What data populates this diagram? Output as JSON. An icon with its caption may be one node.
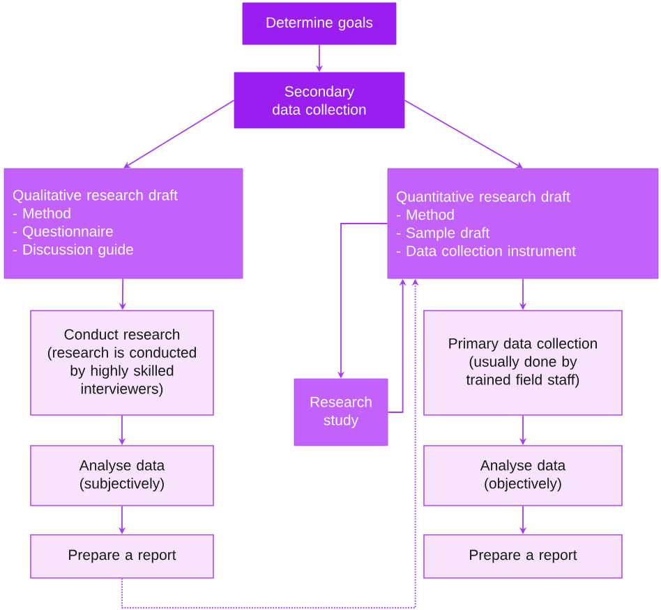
{
  "diagram": {
    "nodes": [
      {
        "text": [
          "Determine goals"
        ]
      },
      {
        "text": [
          "Secondary data collection"
        ]
      },
      {
        "text": [
          "Qualitative research draft",
          "- Method",
          "- Questionnaire",
          "- Discussion guide"
        ]
      },
      {
        "text": [
          "Quantitative research draft",
          "- Method",
          "- Sample draft",
          "- Data collection instrument"
        ]
      },
      {
        "text": [
          "Conduct research",
          "(research is conducted by highly skilled interviewers)"
        ]
      },
      {
        "text": [
          "Analyse data",
          "(subjectively)"
        ]
      },
      {
        "text": [
          "Prepare a report"
        ]
      },
      {
        "text": [
          "Research study"
        ]
      },
      {
        "text": [
          "Primary data collection",
          "(usually done by trained field staff)"
        ]
      },
      {
        "text": [
          "Analyse data",
          "(objectively)"
        ]
      },
      {
        "text": [
          "Prepare a report"
        ]
      }
    ],
    "edges": [
      {
        "from": 0,
        "to": 1,
        "arrow": "to"
      },
      {
        "from": 1,
        "to": 2,
        "arrow": "to"
      },
      {
        "from": 1,
        "to": 3,
        "arrow": "to"
      },
      {
        "from": 2,
        "to": 4,
        "arrow": "to"
      },
      {
        "from": 4,
        "to": 5,
        "arrow": "to"
      },
      {
        "from": 5,
        "to": 6,
        "arrow": "to"
      },
      {
        "from": 3,
        "to": 8,
        "arrow": "to"
      },
      {
        "from": 8,
        "to": 9,
        "arrow": "to"
      },
      {
        "from": 9,
        "to": 10,
        "arrow": "to"
      },
      {
        "from": 3,
        "to": 7,
        "arrow": "to"
      },
      {
        "from": 7,
        "to": 3,
        "arrow": "to"
      },
      {
        "from": 6,
        "to": 3,
        "arrow": "to",
        "style": "dashed"
      }
    ]
  }
}
